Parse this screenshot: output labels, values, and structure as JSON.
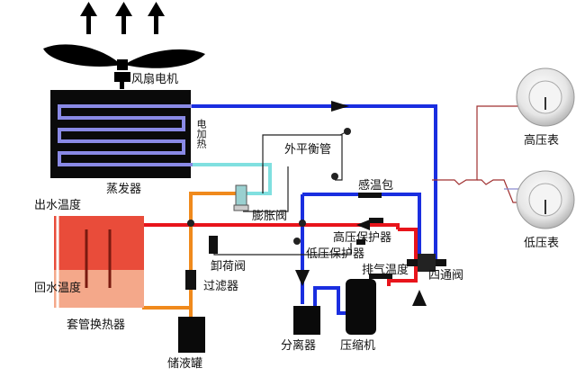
{
  "labels": {
    "fan_motor": "风扇电机",
    "evaporator": "蒸发器",
    "outer_balance_pipe": "外平衡管",
    "temp_bulb": "感温包",
    "expansion_valve": "膨胀阀",
    "outlet_water_temp": "出水温度",
    "return_water_temp": "回水温度",
    "tube_heat_exchanger": "套管换热器",
    "high_pressure_protector": "高压保护器",
    "low_pressure_protector": "低压保护器",
    "unloading_valve": "卸荷阀",
    "filter": "过滤器",
    "discharge_temp": "排气温度",
    "four_way_valve": "四通阀",
    "separator": "分离器",
    "compressor": "压缩机",
    "receiver_tank": "储液罐",
    "high_pressure_gauge": "高压表",
    "low_pressure_gauge": "低压表",
    "vertical_fragment": "电加热"
  },
  "colors": {
    "hot_line": "#e8141b",
    "cold_line": "#1a2ee0",
    "liquid_line": "#f08a1c",
    "mix_line": "#80e0e0",
    "gauge_line": "#a03030",
    "evaporator_body": "#0a0a0a",
    "exchanger_top": "#e94c3a",
    "exchanger_bottom": "#f4a88a"
  }
}
